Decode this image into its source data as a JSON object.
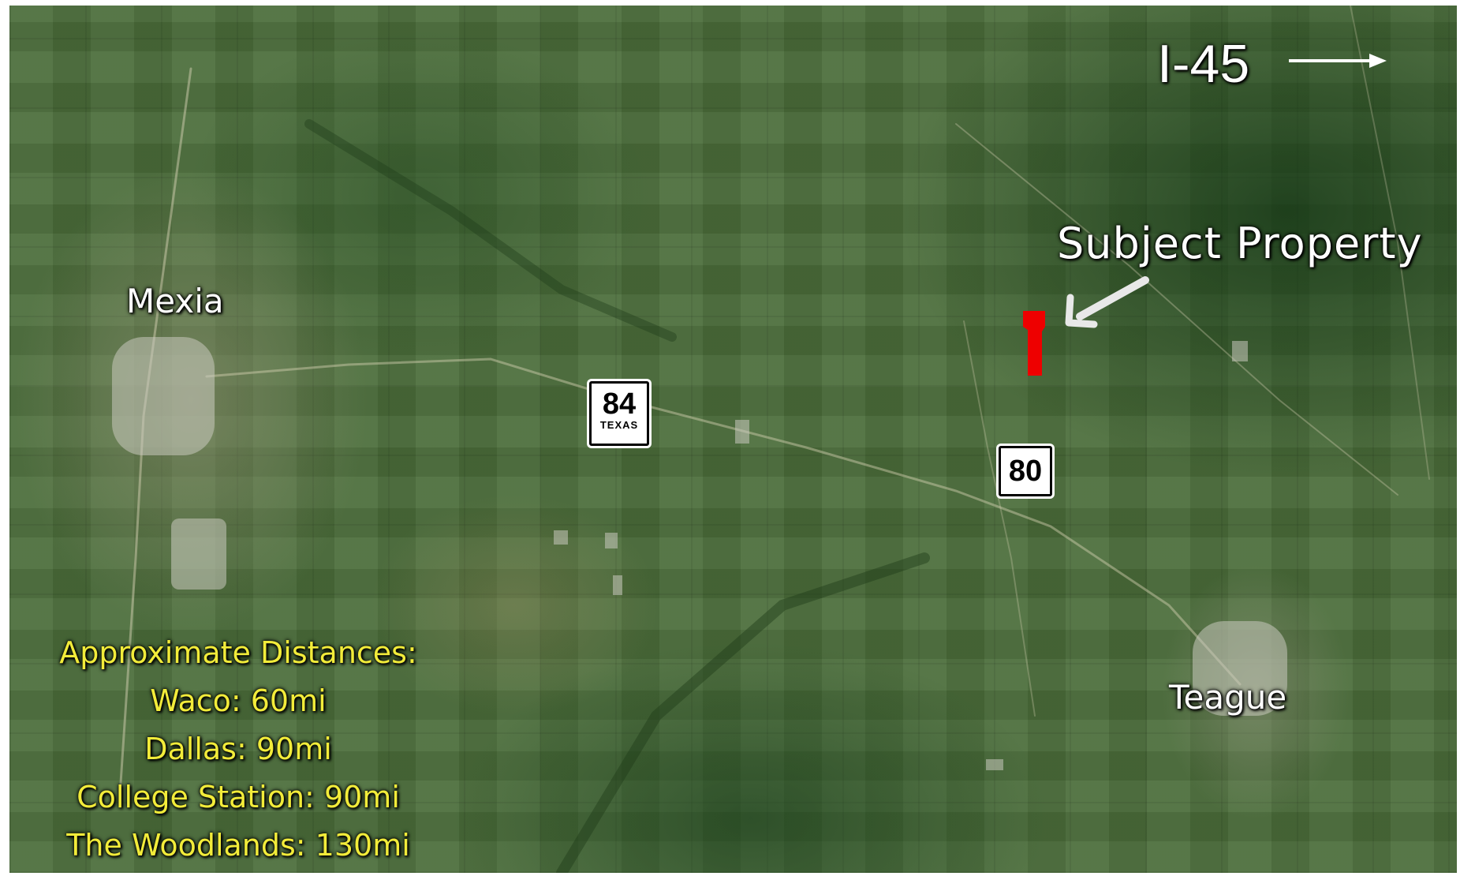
{
  "labels": {
    "interstate": "I-45",
    "subject": "Subject Property",
    "town_west": "Mexia",
    "town_east": "Teague"
  },
  "shields": {
    "state_highway": {
      "number": "84",
      "state": "TEXAS"
    },
    "highway": {
      "number": "80"
    }
  },
  "distances": {
    "heading": "Approximate Distances:",
    "items": [
      "Waco: 60mi",
      "Dallas: 90mi",
      "College Station: 90mi",
      "The Woodlands: 130mi"
    ]
  },
  "colors": {
    "parcel": "#ee0000",
    "distance_text": "#f2ec3a",
    "label_text": "#ffffff"
  },
  "icons": {
    "interstate_direction": "right-arrow-icon",
    "subject_pointer": "diagonal-arrow-icon"
  }
}
